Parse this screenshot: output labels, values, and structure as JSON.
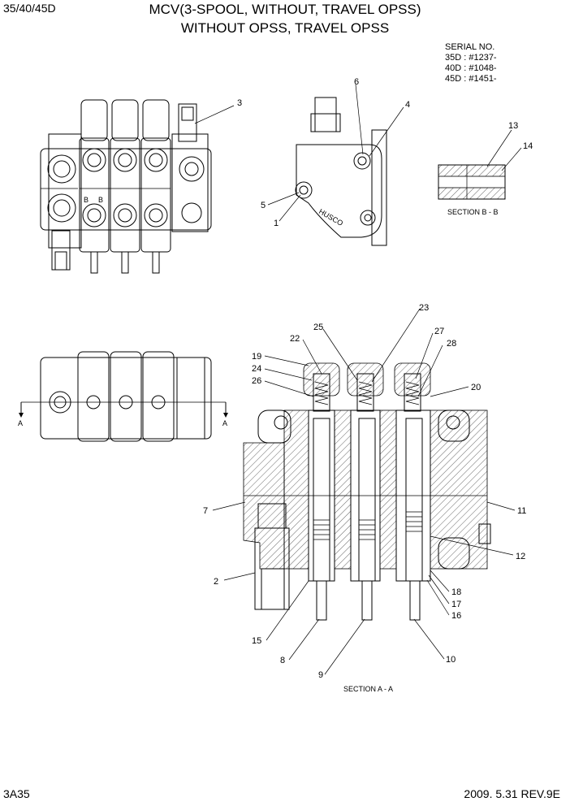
{
  "header": {
    "model": "35/40/45D",
    "title_line1": "MCV(3-SPOOL, WITHOUT, TRAVEL OPSS)",
    "title_line2": "WITHOUT OPSS, TRAVEL OPSS"
  },
  "serial": {
    "heading": "SERIAL NO.",
    "lines": [
      "35D : #1237-",
      "40D : #1048-",
      "45D : #1451-"
    ]
  },
  "captions": {
    "section_bb": "SECTION B - B",
    "section_aa": "SECTION A - A",
    "arrow_a_left": "A",
    "arrow_a_right": "A",
    "mark_b1": "B",
    "mark_b2": "B",
    "stamp": "HUSCO"
  },
  "callouts": [
    "1",
    "2",
    "3",
    "4",
    "5",
    "6",
    "7",
    "8",
    "9",
    "10",
    "11",
    "12",
    "13",
    "14",
    "15",
    "16",
    "17",
    "18",
    "19",
    "20",
    "22",
    "23",
    "24",
    "25",
    "26",
    "27",
    "28"
  ],
  "footer": {
    "page_code": "3A35",
    "date_rev": "2009. 5.31  REV.9E"
  }
}
